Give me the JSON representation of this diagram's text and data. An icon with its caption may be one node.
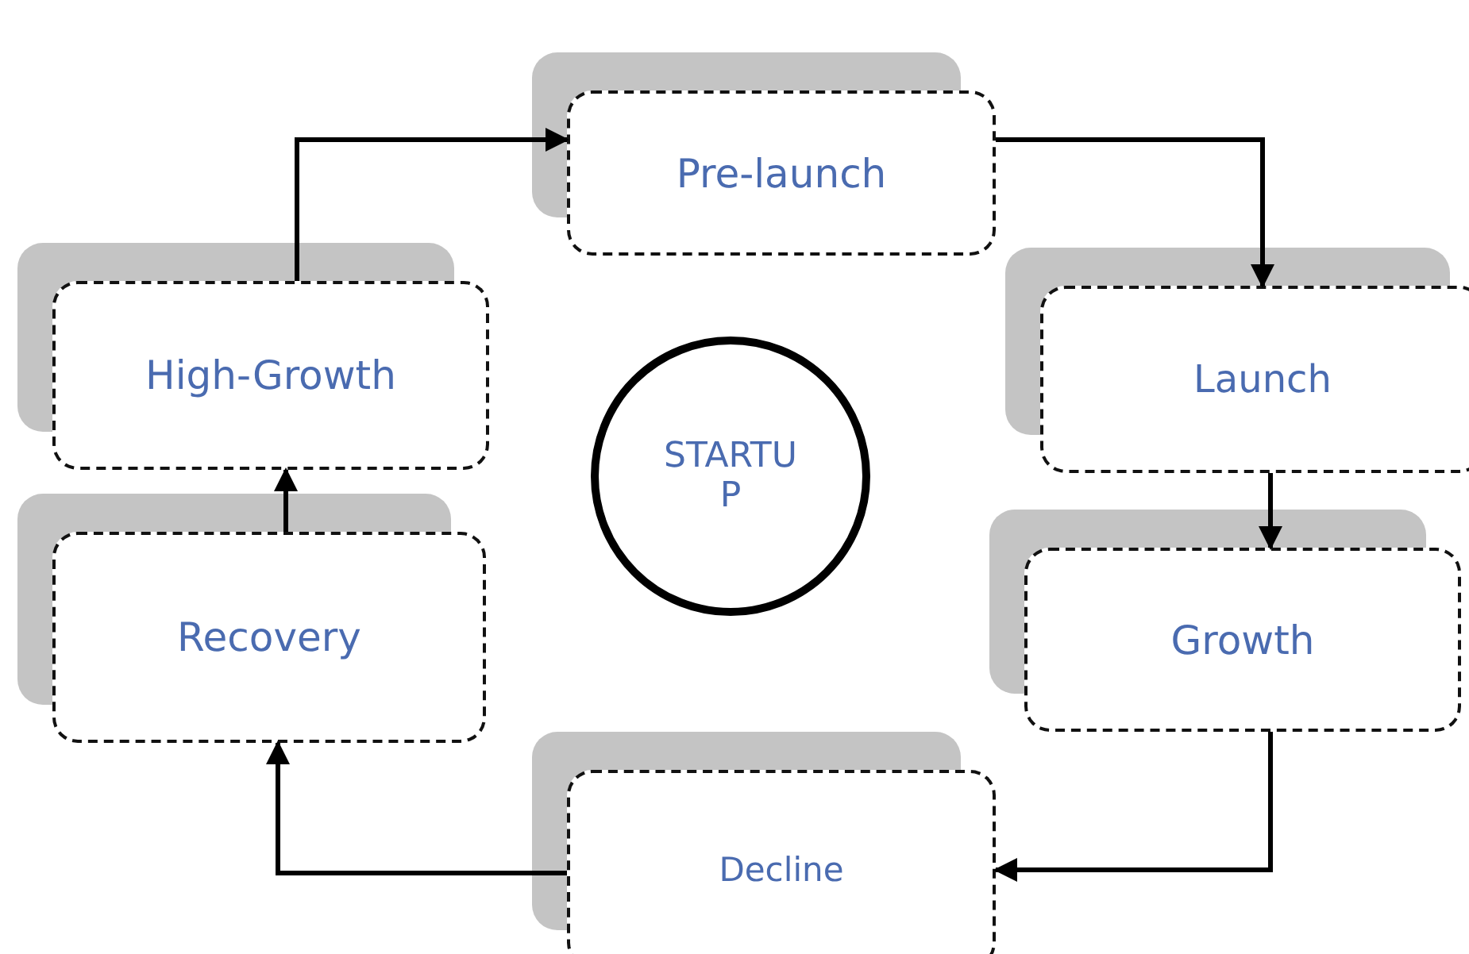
{
  "diagram": {
    "nodes": [
      {
        "text": [
          "Pre-launch"
        ]
      },
      {
        "text": [
          "Launch"
        ]
      },
      {
        "text": [
          "Growth"
        ]
      },
      {
        "text": [
          "Decline"
        ]
      },
      {
        "text": [
          "Recovery"
        ]
      },
      {
        "text": [
          "High-Growth"
        ]
      },
      {
        "text": [
          "STARTU P"
        ]
      }
    ],
    "edges": [
      {
        "from": 5,
        "to": 0,
        "arrow": "to"
      },
      {
        "from": 0,
        "to": 1,
        "arrow": "to"
      },
      {
        "from": 1,
        "to": 2,
        "arrow": "to"
      },
      {
        "from": 2,
        "to": 3,
        "arrow": "to"
      },
      {
        "from": 3,
        "to": 4,
        "arrow": "to"
      },
      {
        "from": 4,
        "to": 5,
        "arrow": "to"
      }
    ]
  }
}
